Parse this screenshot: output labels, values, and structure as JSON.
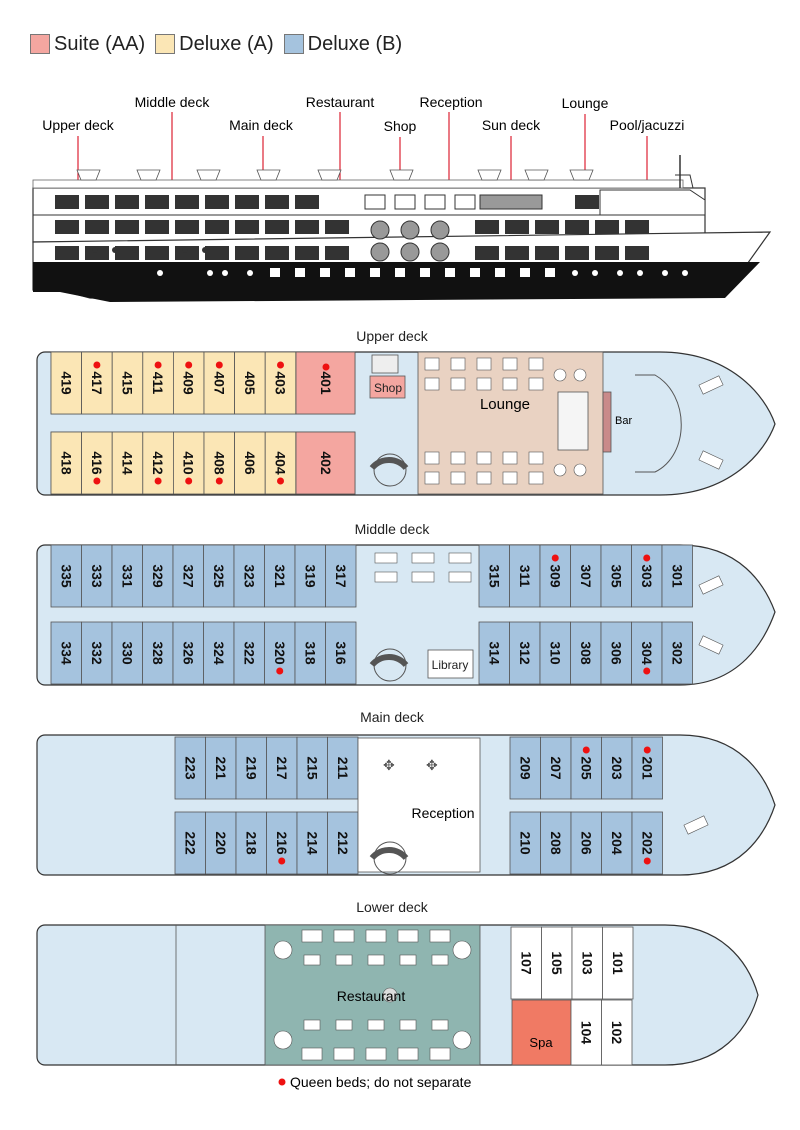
{
  "legend": {
    "items": [
      {
        "label": "Suite (AA)",
        "color": "#f4a6a0"
      },
      {
        "label": "Deluxe (A)",
        "color": "#fbe6b5"
      },
      {
        "label": "Deluxe (B)",
        "color": "#a5c3de"
      }
    ]
  },
  "side_view": {
    "labels": {
      "upper_deck": "Upper deck",
      "middle_deck": "Middle deck",
      "main_deck": "Main deck",
      "restaurant": "Restaurant",
      "shop": "Shop",
      "reception": "Reception",
      "sun_deck": "Sun deck",
      "lounge": "Lounge",
      "pool": "Pool/jacuzzi"
    }
  },
  "upper_deck": {
    "title": "Upper deck",
    "top_cabins": [
      "419",
      "417",
      "415",
      "411",
      "409",
      "407",
      "405",
      "403"
    ],
    "top_queen": [
      false,
      true,
      false,
      true,
      true,
      true,
      false,
      true
    ],
    "bottom_cabins": [
      "418",
      "416",
      "414",
      "412",
      "410",
      "408",
      "406",
      "404"
    ],
    "bottom_queen": [
      false,
      true,
      false,
      true,
      true,
      true,
      false,
      true
    ],
    "suite_top": "401",
    "suite_bottom": "402",
    "shop": "Shop",
    "lounge": "Lounge",
    "bar": "Bar"
  },
  "middle_deck": {
    "title": "Middle deck",
    "aft_top": [
      "335",
      "333",
      "331",
      "329",
      "327",
      "325",
      "323",
      "321",
      "319",
      "317"
    ],
    "aft_bottom": [
      "334",
      "332",
      "330",
      "328",
      "326",
      "324",
      "322",
      "320",
      "318",
      "316"
    ],
    "aft_bottom_queen": [
      false,
      false,
      false,
      false,
      false,
      false,
      false,
      true,
      false,
      false
    ],
    "fwd_top": [
      "315",
      "311",
      "309",
      "307",
      "305",
      "303",
      "301"
    ],
    "fwd_top_queen": [
      false,
      false,
      true,
      false,
      false,
      true,
      false
    ],
    "fwd_bottom": [
      "314",
      "312",
      "310",
      "308",
      "306",
      "304",
      "302"
    ],
    "fwd_bottom_queen": [
      false,
      false,
      false,
      false,
      false,
      true,
      false
    ],
    "library": "Library"
  },
  "main_deck": {
    "title": "Main deck",
    "aft_top": [
      "223",
      "221",
      "219",
      "217",
      "215",
      "211"
    ],
    "aft_bottom": [
      "222",
      "220",
      "218",
      "216",
      "214",
      "212"
    ],
    "aft_bottom_queen": [
      false,
      false,
      false,
      true,
      false,
      false
    ],
    "fwd_top": [
      "209",
      "207",
      "205",
      "203",
      "201"
    ],
    "fwd_top_queen": [
      false,
      false,
      true,
      false,
      true
    ],
    "fwd_bottom": [
      "210",
      "208",
      "206",
      "204",
      "202"
    ],
    "fwd_bottom_queen": [
      false,
      false,
      false,
      false,
      true
    ],
    "reception": "Reception"
  },
  "lower_deck": {
    "title": "Lower deck",
    "restaurant": "Restaurant",
    "top_cabins": [
      "107",
      "105",
      "103",
      "101"
    ],
    "bottom_cabins": [
      "104",
      "102"
    ],
    "spa": "Spa"
  },
  "footnote": "Queen beds; do not separate"
}
